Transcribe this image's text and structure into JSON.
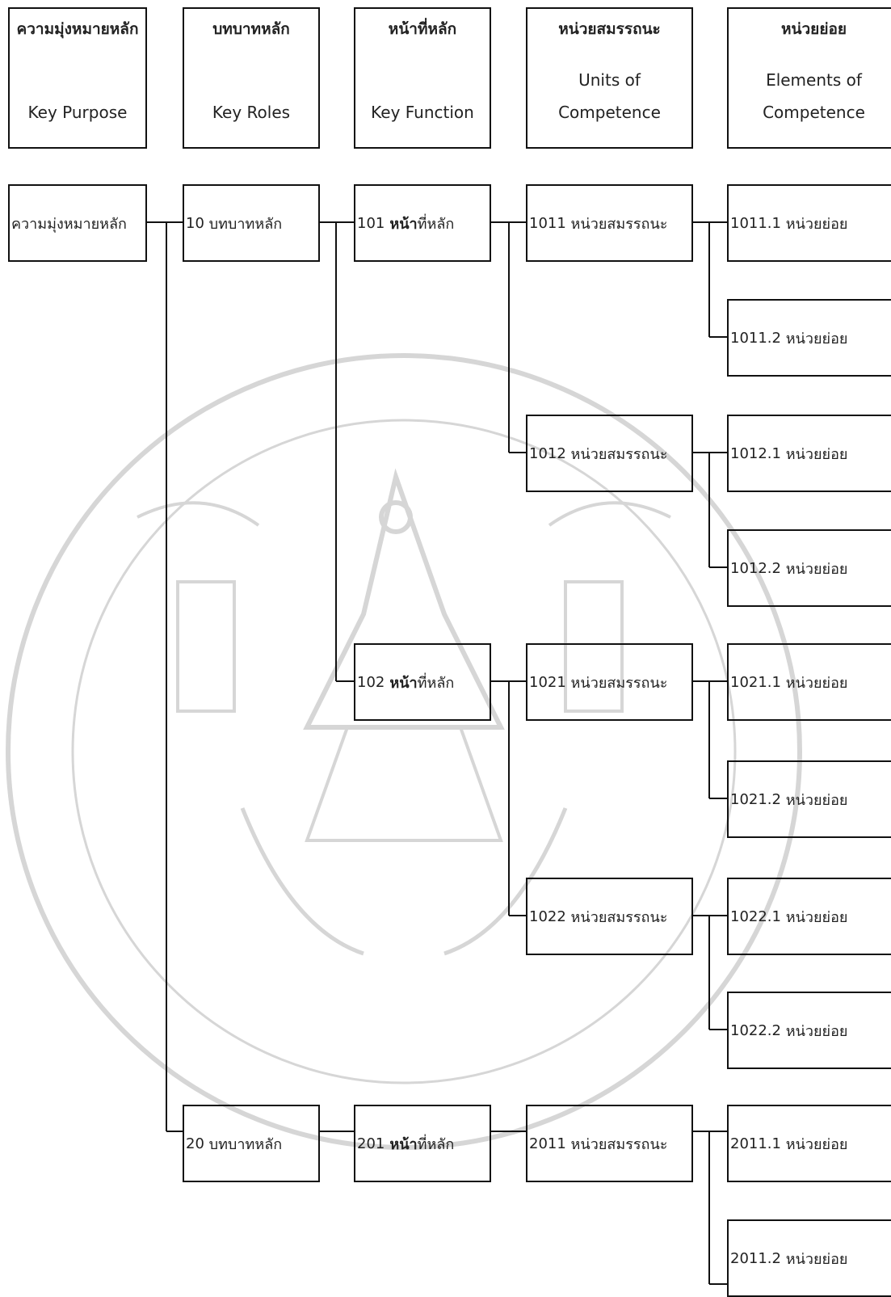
{
  "headers": [
    {
      "thai": "ความมุ่งหมายหลัก",
      "en1": "",
      "en2": "Key Purpose"
    },
    {
      "thai": "บทบาทหลัก",
      "en1": "",
      "en2": "Key Roles"
    },
    {
      "thai": "หน้าที่หลัก",
      "en1": "",
      "en2": "Key Function"
    },
    {
      "thai": "หน่วยสมรรถนะ",
      "en1": "Units of",
      "en2": "Competence"
    },
    {
      "thai": "หน่วยย่อย",
      "en1": "Elements of",
      "en2": "Competence"
    }
  ],
  "purpose": {
    "label": "ความมุ่งหมายหลัก"
  },
  "roles": [
    {
      "code": "10",
      "label": "บทบาทหลัก"
    },
    {
      "code": "20",
      "label": "บทบาทหลัก"
    }
  ],
  "functions": [
    {
      "code": "101",
      "bold": "หน้า",
      "rest": "ที่หลัก"
    },
    {
      "code": "102",
      "bold": "หน้า",
      "rest": "ที่หลัก"
    },
    {
      "code": "201",
      "bold": "หน้า",
      "rest": "ที่หลัก"
    }
  ],
  "units": [
    {
      "code": "1011",
      "label": "หน่วยสมรรถนะ"
    },
    {
      "code": "1012",
      "label": "หน่วยสมรรถนะ"
    },
    {
      "code": "1021",
      "label": "หน่วยสมรรถนะ"
    },
    {
      "code": "1022",
      "label": "หน่วยสมรรถนะ"
    },
    {
      "code": "2011",
      "label": "หน่วยสมรรถนะ"
    }
  ],
  "elements": [
    {
      "code": "1011.1",
      "label": "หน่วยย่อย"
    },
    {
      "code": "1011.2",
      "label": "หน่วยย่อย"
    },
    {
      "code": "1012.1",
      "label": "หน่วยย่อย"
    },
    {
      "code": "1012.2",
      "label": "หน่วยย่อย"
    },
    {
      "code": "1021.1",
      "label": "หน่วยย่อย"
    },
    {
      "code": "1021.2",
      "label": "หน่วยย่อย"
    },
    {
      "code": "1022.1",
      "label": "หน่วยย่อย"
    },
    {
      "code": "1022.2",
      "label": "หน่วยย่อย"
    },
    {
      "code": "2011.1",
      "label": "หน่วยย่อย"
    },
    {
      "code": "2011.2",
      "label": "หน่วยย่อย"
    }
  ],
  "colors": {
    "line": "#111111",
    "watermark": "#d9d9d9"
  }
}
